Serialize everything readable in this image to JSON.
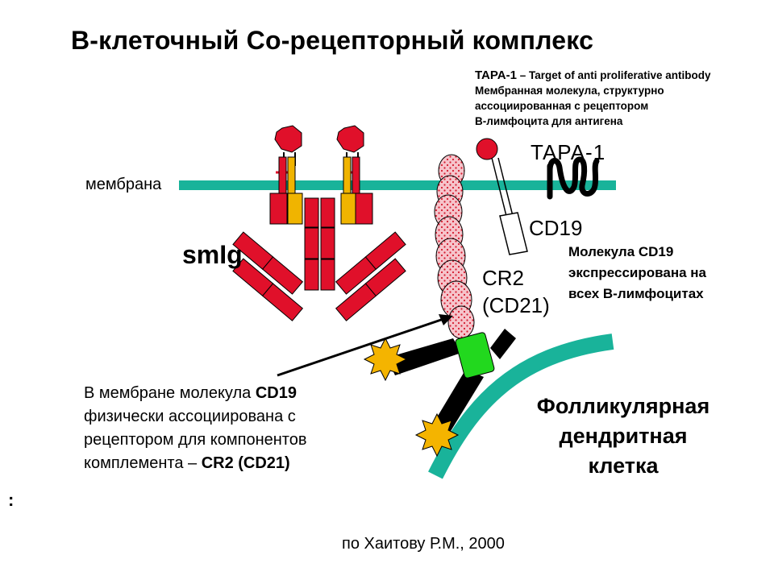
{
  "title": "B-клеточный Со-рецепторный комплекс",
  "tapa_note": {
    "name": "TAPA-1",
    "expansion": " – Target of anti proliferative antibody",
    "lines": [
      "Мембранная молекула, структурно",
      "ассоциированная с рецептором",
      "В-лимфоцита для антигена"
    ]
  },
  "labels": {
    "membrane": "мембрана",
    "smig": "smIg",
    "tapa1": "TAPA-1",
    "cd19": "CD19",
    "cr2_line1": "CR2",
    "cr2_line2": "(CD21)"
  },
  "cd19_note": [
    "Молекула CD19",
    "экспрессирована на",
    "всех В-лимфоцитах"
  ],
  "assoc_note": {
    "line1_pre": "В мембране молекула ",
    "line1_bold": "CD19",
    "line2": "физически ассоциирована с",
    "line3": "рецептором для компонентов",
    "line4_pre": "комплемента – ",
    "line4_bold": "CR2 (CD21)"
  },
  "fdc_label": [
    "Фолликулярная",
    "дендритная",
    "клетка"
  ],
  "colon_mark": ":",
  "source": "по Хаитову Р.М., 2000",
  "colors": {
    "membrane": "#19b39a",
    "immunoglobulin": "#e0102a",
    "hinge_yellow": "#f0b400",
    "cr2_fill": "#f6c4cb",
    "cr2_dots": "#d41a2e",
    "complement": "#f4b400",
    "antibody_black": "#000000",
    "cd19_green": "#22d81e"
  }
}
